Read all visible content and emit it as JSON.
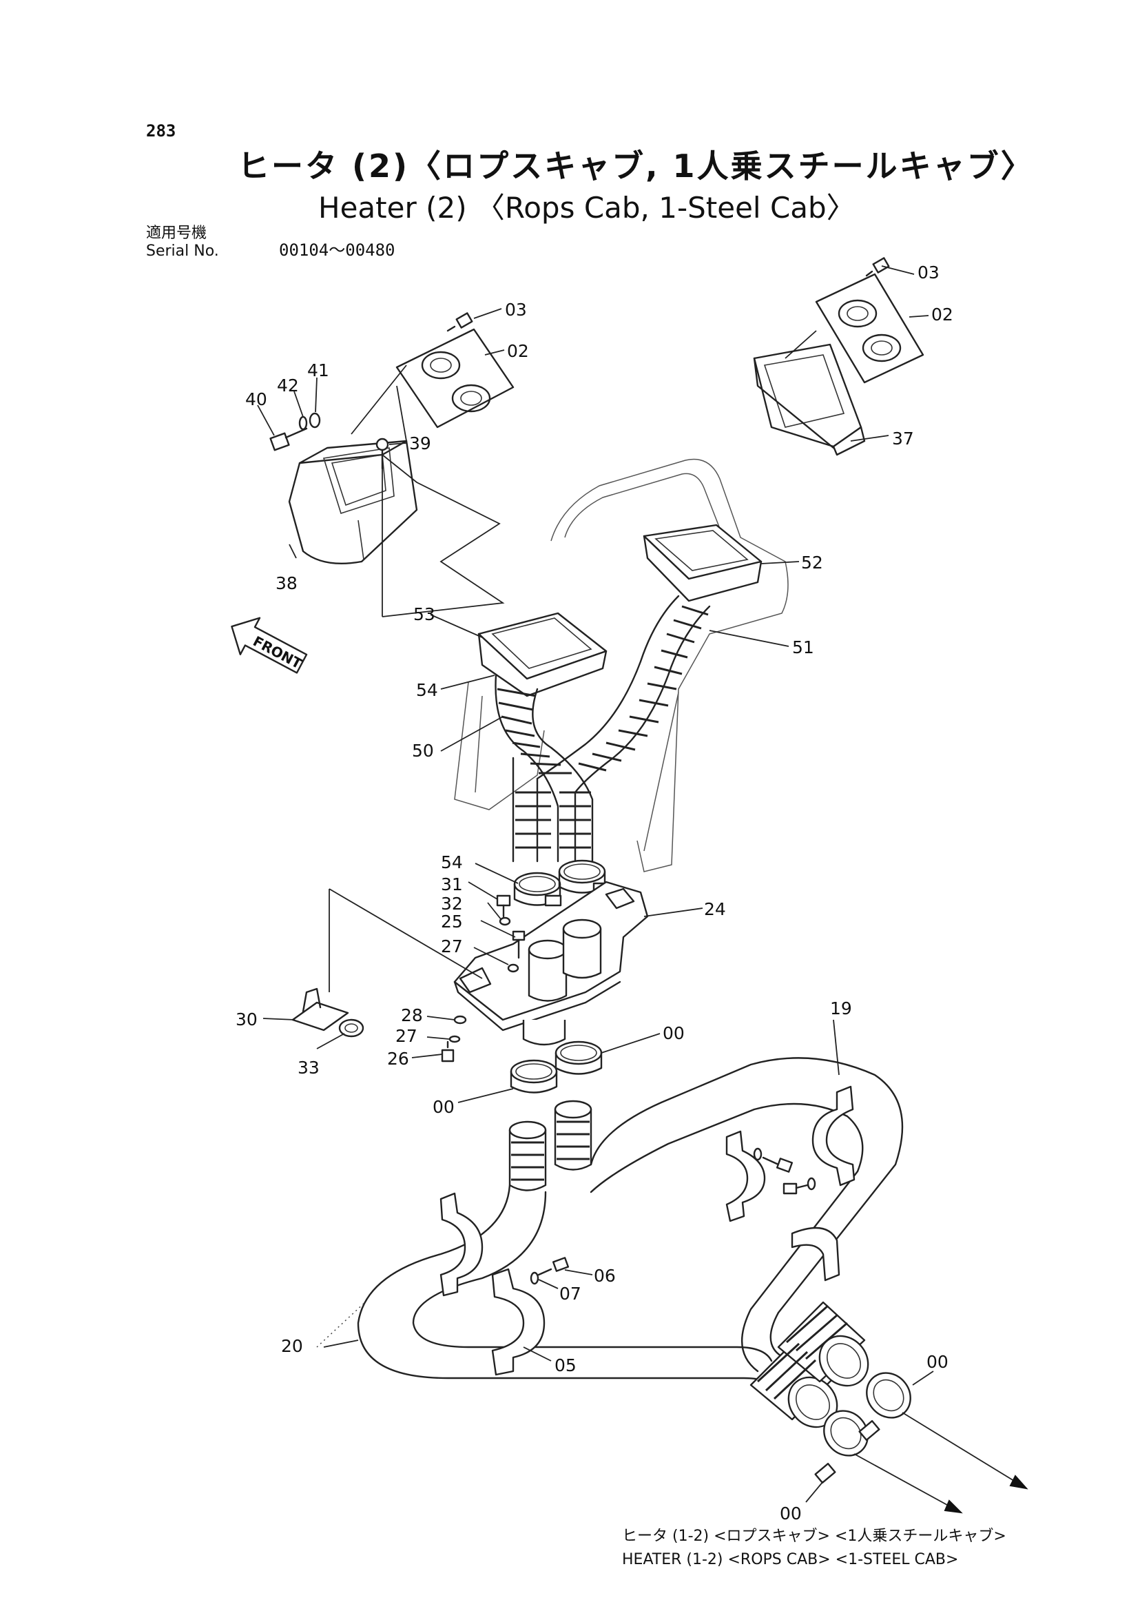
{
  "page": {
    "number": "283",
    "title_jp": "ヒータ (2)〈ロプスキャブ, 1人乗スチールキャブ〉",
    "title_en": "Heater (2) 〈Rops Cab, 1-Steel Cab〉",
    "serial_label_jp": "適用号機",
    "serial_label_en": "Serial No.",
    "serial_range": "00104〜00480"
  },
  "diagram": {
    "front_arrow_label": "FRONT",
    "callouts": [
      {
        "id": "03",
        "text": "03"
      },
      {
        "id": "02",
        "text": "02"
      },
      {
        "id": "03b",
        "text": "03"
      },
      {
        "id": "02b",
        "text": "02"
      },
      {
        "id": "37",
        "text": "37"
      },
      {
        "id": "40",
        "text": "40"
      },
      {
        "id": "42",
        "text": "42"
      },
      {
        "id": "41",
        "text": "41"
      },
      {
        "id": "39",
        "text": "39"
      },
      {
        "id": "38",
        "text": "38"
      },
      {
        "id": "52",
        "text": "52"
      },
      {
        "id": "53",
        "text": "53"
      },
      {
        "id": "51",
        "text": "51"
      },
      {
        "id": "54",
        "text": "54"
      },
      {
        "id": "50",
        "text": "50"
      },
      {
        "id": "54b",
        "text": "54"
      },
      {
        "id": "31",
        "text": "31"
      },
      {
        "id": "32",
        "text": "32"
      },
      {
        "id": "25",
        "text": "25"
      },
      {
        "id": "27",
        "text": "27"
      },
      {
        "id": "24",
        "text": "24"
      },
      {
        "id": "30",
        "text": "30"
      },
      {
        "id": "33",
        "text": "33"
      },
      {
        "id": "28",
        "text": "28"
      },
      {
        "id": "27b",
        "text": "27"
      },
      {
        "id": "26",
        "text": "26"
      },
      {
        "id": "00a",
        "text": "00"
      },
      {
        "id": "00b",
        "text": "00"
      },
      {
        "id": "19",
        "text": "19"
      },
      {
        "id": "06",
        "text": "06"
      },
      {
        "id": "07",
        "text": "07"
      },
      {
        "id": "05",
        "text": "05"
      },
      {
        "id": "20",
        "text": "20"
      },
      {
        "id": "00c",
        "text": "00"
      },
      {
        "id": "00d",
        "text": "00"
      }
    ]
  },
  "footer": {
    "ref_jp": "ヒータ (1-2) <ロプスキャブ> <1人乗スチールキャブ>",
    "ref_en": "HEATER (1-2) <ROPS CAB> <1-STEEL CAB>"
  }
}
